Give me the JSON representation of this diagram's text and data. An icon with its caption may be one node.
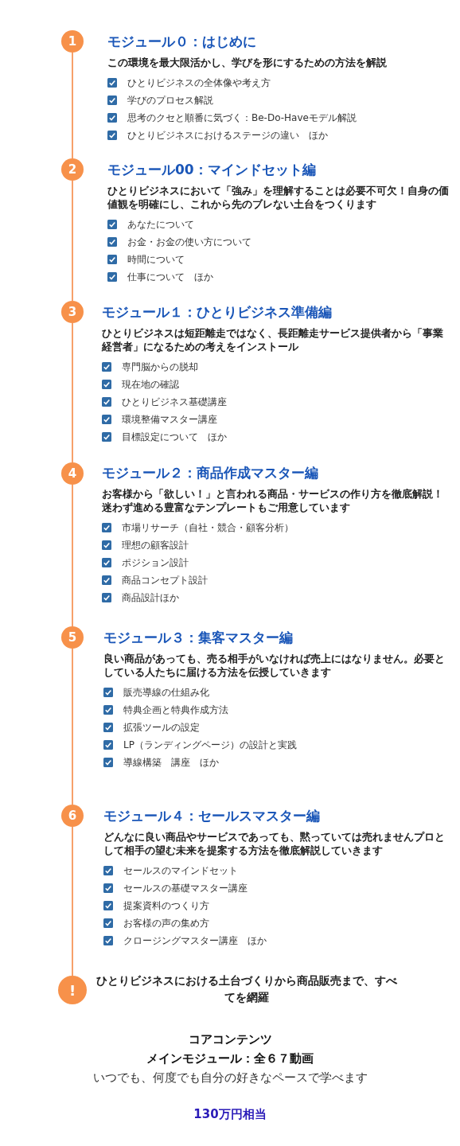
{
  "diagram": {
    "nodes": [
      {
        "text": [
          "1"
        ],
        "beside": [
          "モジュール０：はじめに",
          "この環境を最大限活かし、学びを形にするための方法を解説",
          "ひとりビジネスの全体像や考え方",
          "学びのプロセス解説",
          "思考のクセと順番に気づく：Be-Do-Haveモデル解説",
          "ひとりビジネスにおけるステージの違い　ほか"
        ]
      },
      {
        "text": [
          "2"
        ],
        "beside": [
          "モジュール00：マインドセット編",
          "ひとりビジネスにおいて「強み」を理解することは必要不可欠！自身の価値観を明確にし、これから先のブレない土台をつくります",
          "あなたについて",
          "お金・お金の使い方について",
          "時間について",
          "仕事について　ほか"
        ]
      },
      {
        "text": [
          "3"
        ],
        "beside": [
          "モジュール１：ひとりビジネス準備編",
          "ひとりビジネスは短距離走ではなく、長距離走サービス提供者から「事業経営者」になるための考えをインストール",
          "専門脳からの脱却",
          "現在地の確認",
          "ひとりビジネス基礎講座",
          "環境整備マスター講座",
          "目標設定について　ほか"
        ]
      },
      {
        "text": [
          "4"
        ],
        "beside": [
          "モジュール２：商品作成マスター編",
          "お客様から「欲しい！」と言われる商品・サービスの作り方を徹底解説！迷わず進める豊富なテンプレートもご用意しています",
          "市場リサーチ（自社・競合・顧客分析）",
          "理想の顧客設計",
          "ポジション設計",
          "商品コンセプト設計",
          "商品設計ほか"
        ]
      },
      {
        "text": [
          "5"
        ],
        "beside": [
          "モジュール３：集客マスター編",
          "良い商品があっても、売る相手がいなければ売上にはなりません。必要としている人たちに届ける方法を伝授していきます",
          "販売導線の仕組み化",
          "特典企画と特典作成方法",
          "拡張ツールの設定",
          "LP（ランディングページ）の設計と実践",
          "導線構築　講座　ほか"
        ]
      },
      {
        "text": [
          "6"
        ],
        "beside": [
          "モジュール４：セールスマスター編",
          "どんなに良い商品やサービスであっても、黙っていては売れませんプロとして相手の望む未来を提案する方法を徹底解説していきます",
          "セールスのマインドセット",
          "セールスの基礎マスター講座",
          "提案資料のつくり方",
          "お客様の声の集め方",
          "クロージングマスター講座　ほか"
        ]
      },
      {
        "text": [
          "!"
        ],
        "beside": [
          "ひとりビジネスにおける土台づくりから商品販売まで、すべてを網羅"
        ]
      }
    ],
    "edges": [
      {
        "from": 0,
        "to": 1,
        "arrow": "none"
      },
      {
        "from": 1,
        "to": 2,
        "arrow": "none"
      },
      {
        "from": 2,
        "to": 3,
        "arrow": "none"
      },
      {
        "from": 3,
        "to": 4,
        "arrow": "none"
      },
      {
        "from": 4,
        "to": 5,
        "arrow": "none"
      },
      {
        "from": 5,
        "to": 6,
        "arrow": "none"
      }
    ],
    "labels": [
      "コアコンテンツ",
      "メインモジュール：全６７動画",
      "いつでも、何度でも自分の好きなペースで学べます",
      "130万円相当"
    ]
  }
}
